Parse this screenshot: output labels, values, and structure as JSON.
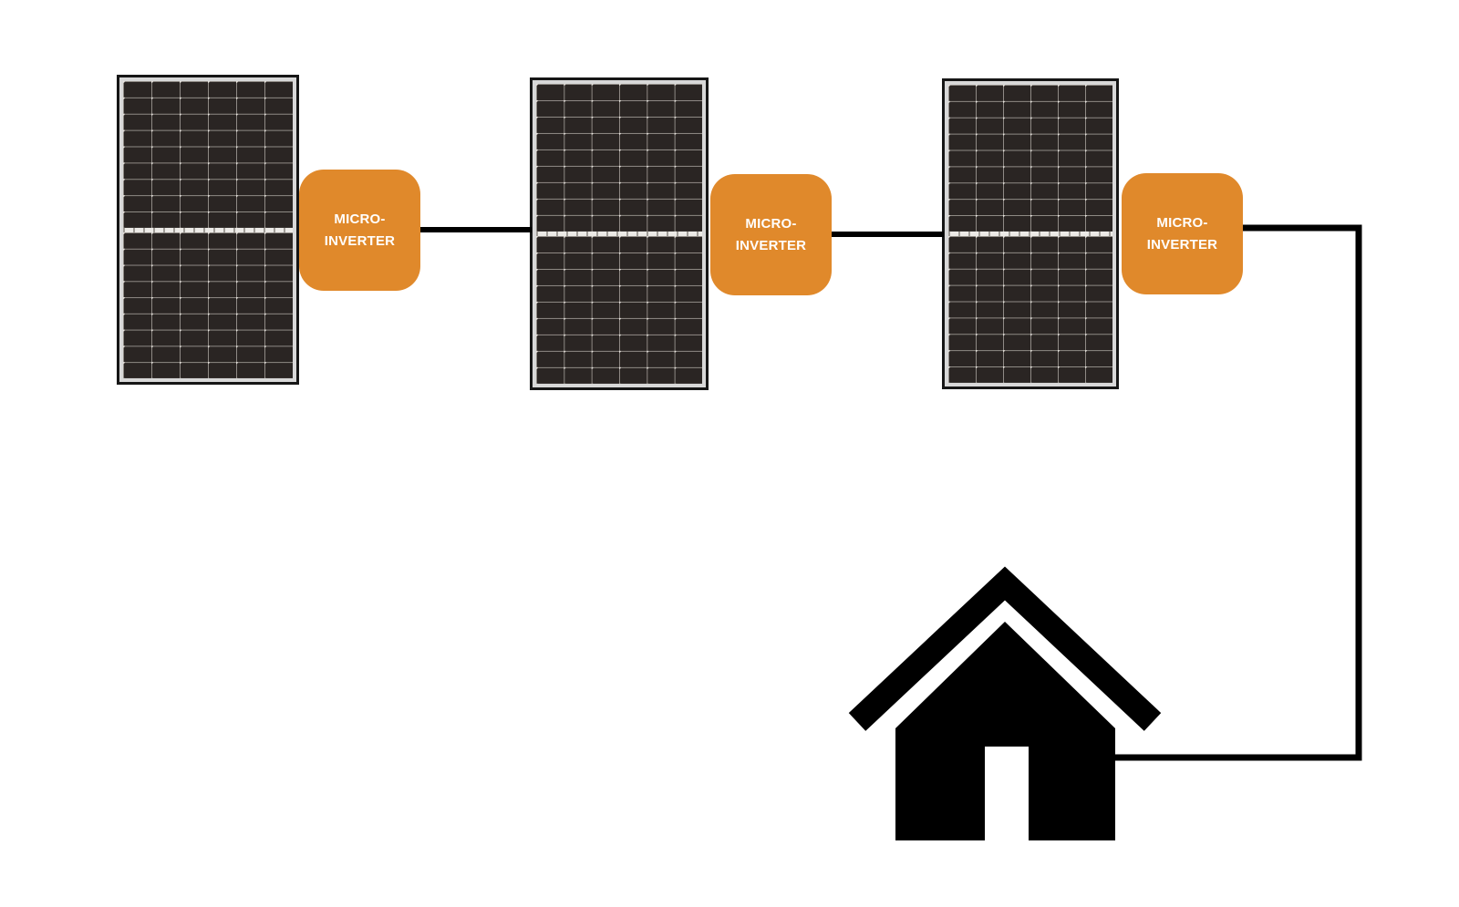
{
  "diagram": {
    "description": "Solar panel micro-inverter wiring diagram",
    "panel_count": 3,
    "inverter_count": 3,
    "panel_columns": 6,
    "panel_rows_per_half": 9
  },
  "inverters": [
    {
      "line1": "MICRO-",
      "line2": "INVERTER"
    },
    {
      "line1": "MICRO-",
      "line2": "INVERTER"
    },
    {
      "line1": "MICRO-",
      "line2": "INVERTER"
    }
  ],
  "colors": {
    "accent": "#E0892B",
    "inverter_text": "#FFFFFF",
    "wire": "#000000",
    "cell": "#2A2523",
    "frame": "#161616",
    "silver": "#D8D8D8",
    "divider": "#ECEAE6",
    "grid": "#8F8A85",
    "dot": "#E9E5E0",
    "background": "#FFFFFF"
  }
}
